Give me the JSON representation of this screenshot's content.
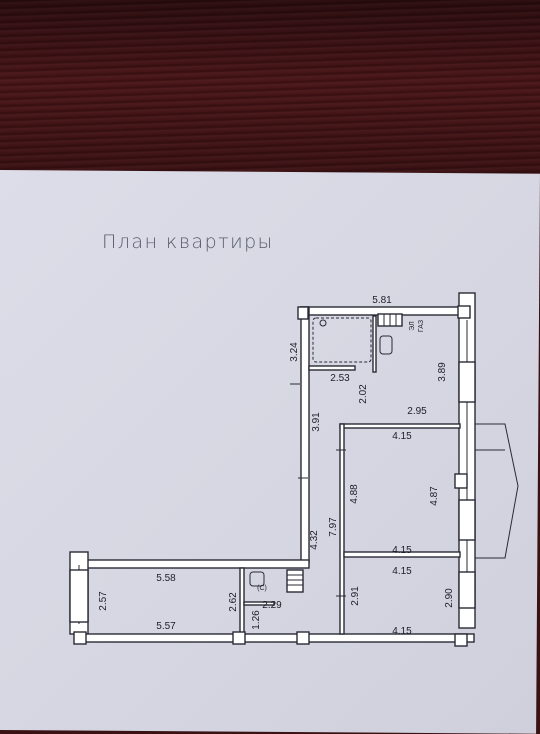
{
  "title": "План квартиры",
  "dimensions": {
    "top_width": "5.81",
    "kitchen_side": "3.89",
    "bath_width": "2.53",
    "left_upper": "3.24",
    "corridor_upper": "3.91",
    "corridor_mid": "2.02",
    "room_upper_bottom": "2.95",
    "room_mid_top": "4.15",
    "room_mid_left": "4.88",
    "room_mid_right": "4.87",
    "room_mid_bottom": "4.15",
    "corridor_long": "7.97",
    "corridor_lower": "4.32",
    "room_low_top": "4.15",
    "room_low_left": "2.91",
    "room_low_right": "2.90",
    "room_low_bottom": "4.15",
    "left_room_top": "5.58",
    "left_room_bottom": "5.57",
    "left_room_side": "2.57",
    "storage_h": "2.62",
    "storage_w": "2.29",
    "storage_small": "1.26",
    "fixture_label_1": "ЭЛ",
    "fixture_label_2": "ГАЗ",
    "meter_label": "(С)"
  },
  "colors": {
    "paper": "#d8d9e4",
    "ink": "#1e1e28",
    "wood": "#3b1113"
  }
}
